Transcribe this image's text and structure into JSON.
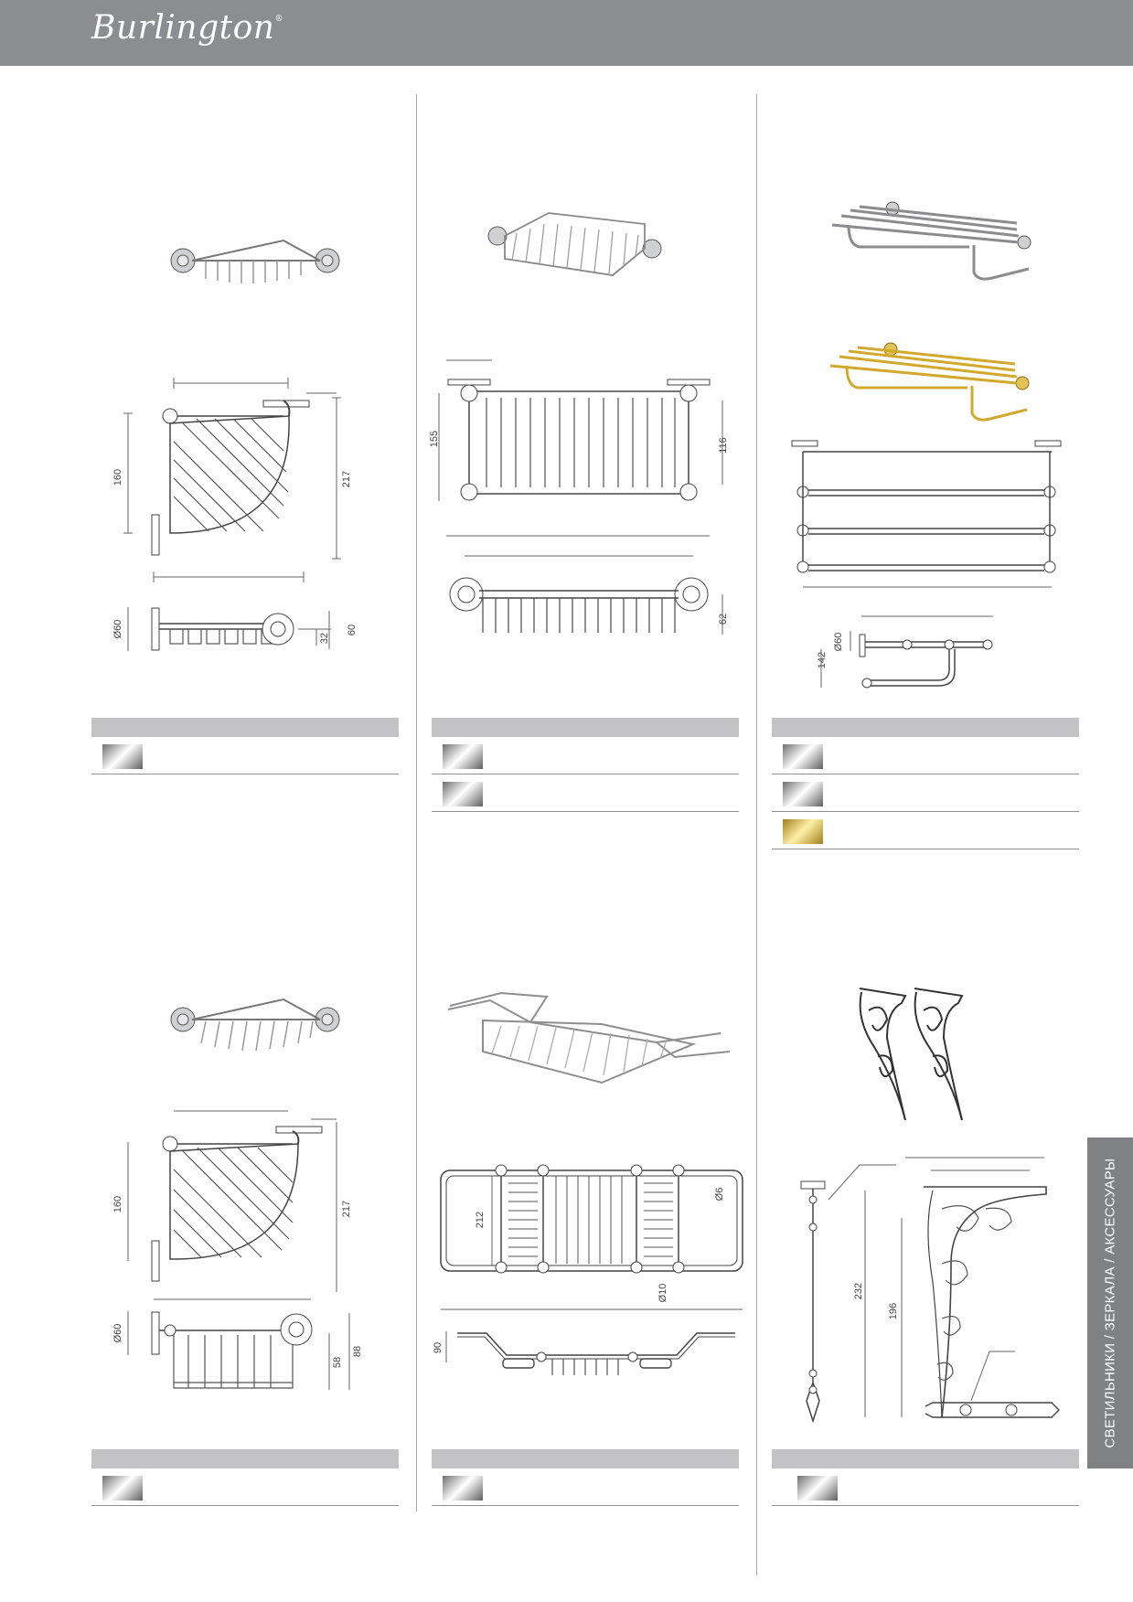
{
  "brand": {
    "logo": "Burlington",
    "mark": "®"
  },
  "side_tab": "СВЕТИЛЬНИКИ / ЗЕРКАЛА / АКСЕССУАРЫ",
  "products": [
    {
      "name": "corner-basket-small",
      "dims": [
        "160",
        "217",
        "Ø60",
        "32",
        "60"
      ],
      "finishes": [
        "chrome"
      ]
    },
    {
      "name": "shower-basket",
      "dims": [
        "155",
        "116",
        "62"
      ],
      "finishes": [
        "chrome",
        "chrome"
      ]
    },
    {
      "name": "towel-rack",
      "dims": [
        "Ø60",
        "142"
      ],
      "finishes": [
        "chrome",
        "chrome",
        "gold"
      ]
    },
    {
      "name": "corner-basket-large",
      "dims": [
        "160",
        "217",
        "Ø60",
        "58",
        "88"
      ],
      "finishes": [
        "chrome"
      ]
    },
    {
      "name": "bath-rack",
      "dims": [
        "212",
        "Ø6",
        "Ø10",
        "90"
      ],
      "finishes": [
        "chrome"
      ]
    },
    {
      "name": "cast-bracket",
      "dims": [
        "232",
        "196"
      ],
      "finishes": [
        "chrome"
      ]
    }
  ],
  "colors": {
    "header": "#8c8d90",
    "table_head": "#c3c3c5",
    "chrome": "#c8c8c8",
    "gold": "#d8b43c"
  }
}
